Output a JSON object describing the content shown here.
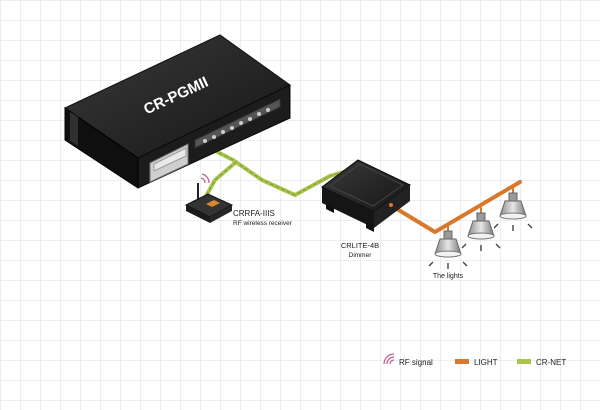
{
  "devices": {
    "controller": {
      "name": "CR-PGMII"
    },
    "receiver": {
      "name": "CRRFA-IIIS",
      "desc": "RF wireless receiver"
    },
    "dimmer": {
      "name": "CRLITE-4B",
      "desc": "Dimmer"
    },
    "lights": {
      "name": "The lights"
    }
  },
  "legend": {
    "rf": {
      "label": "RF signal",
      "icon": "rf-signal-icon",
      "color": "#c05a8c"
    },
    "light": {
      "label": "LIGHT",
      "color": "#d9782a"
    },
    "crnet": {
      "label": "CR-NET",
      "color": "#a8c44c"
    }
  },
  "colors": {
    "grid": "#dcdcdc",
    "crnet": "#a8c44c",
    "light": "#d9782a",
    "device_dark": "#2b2b2b"
  }
}
